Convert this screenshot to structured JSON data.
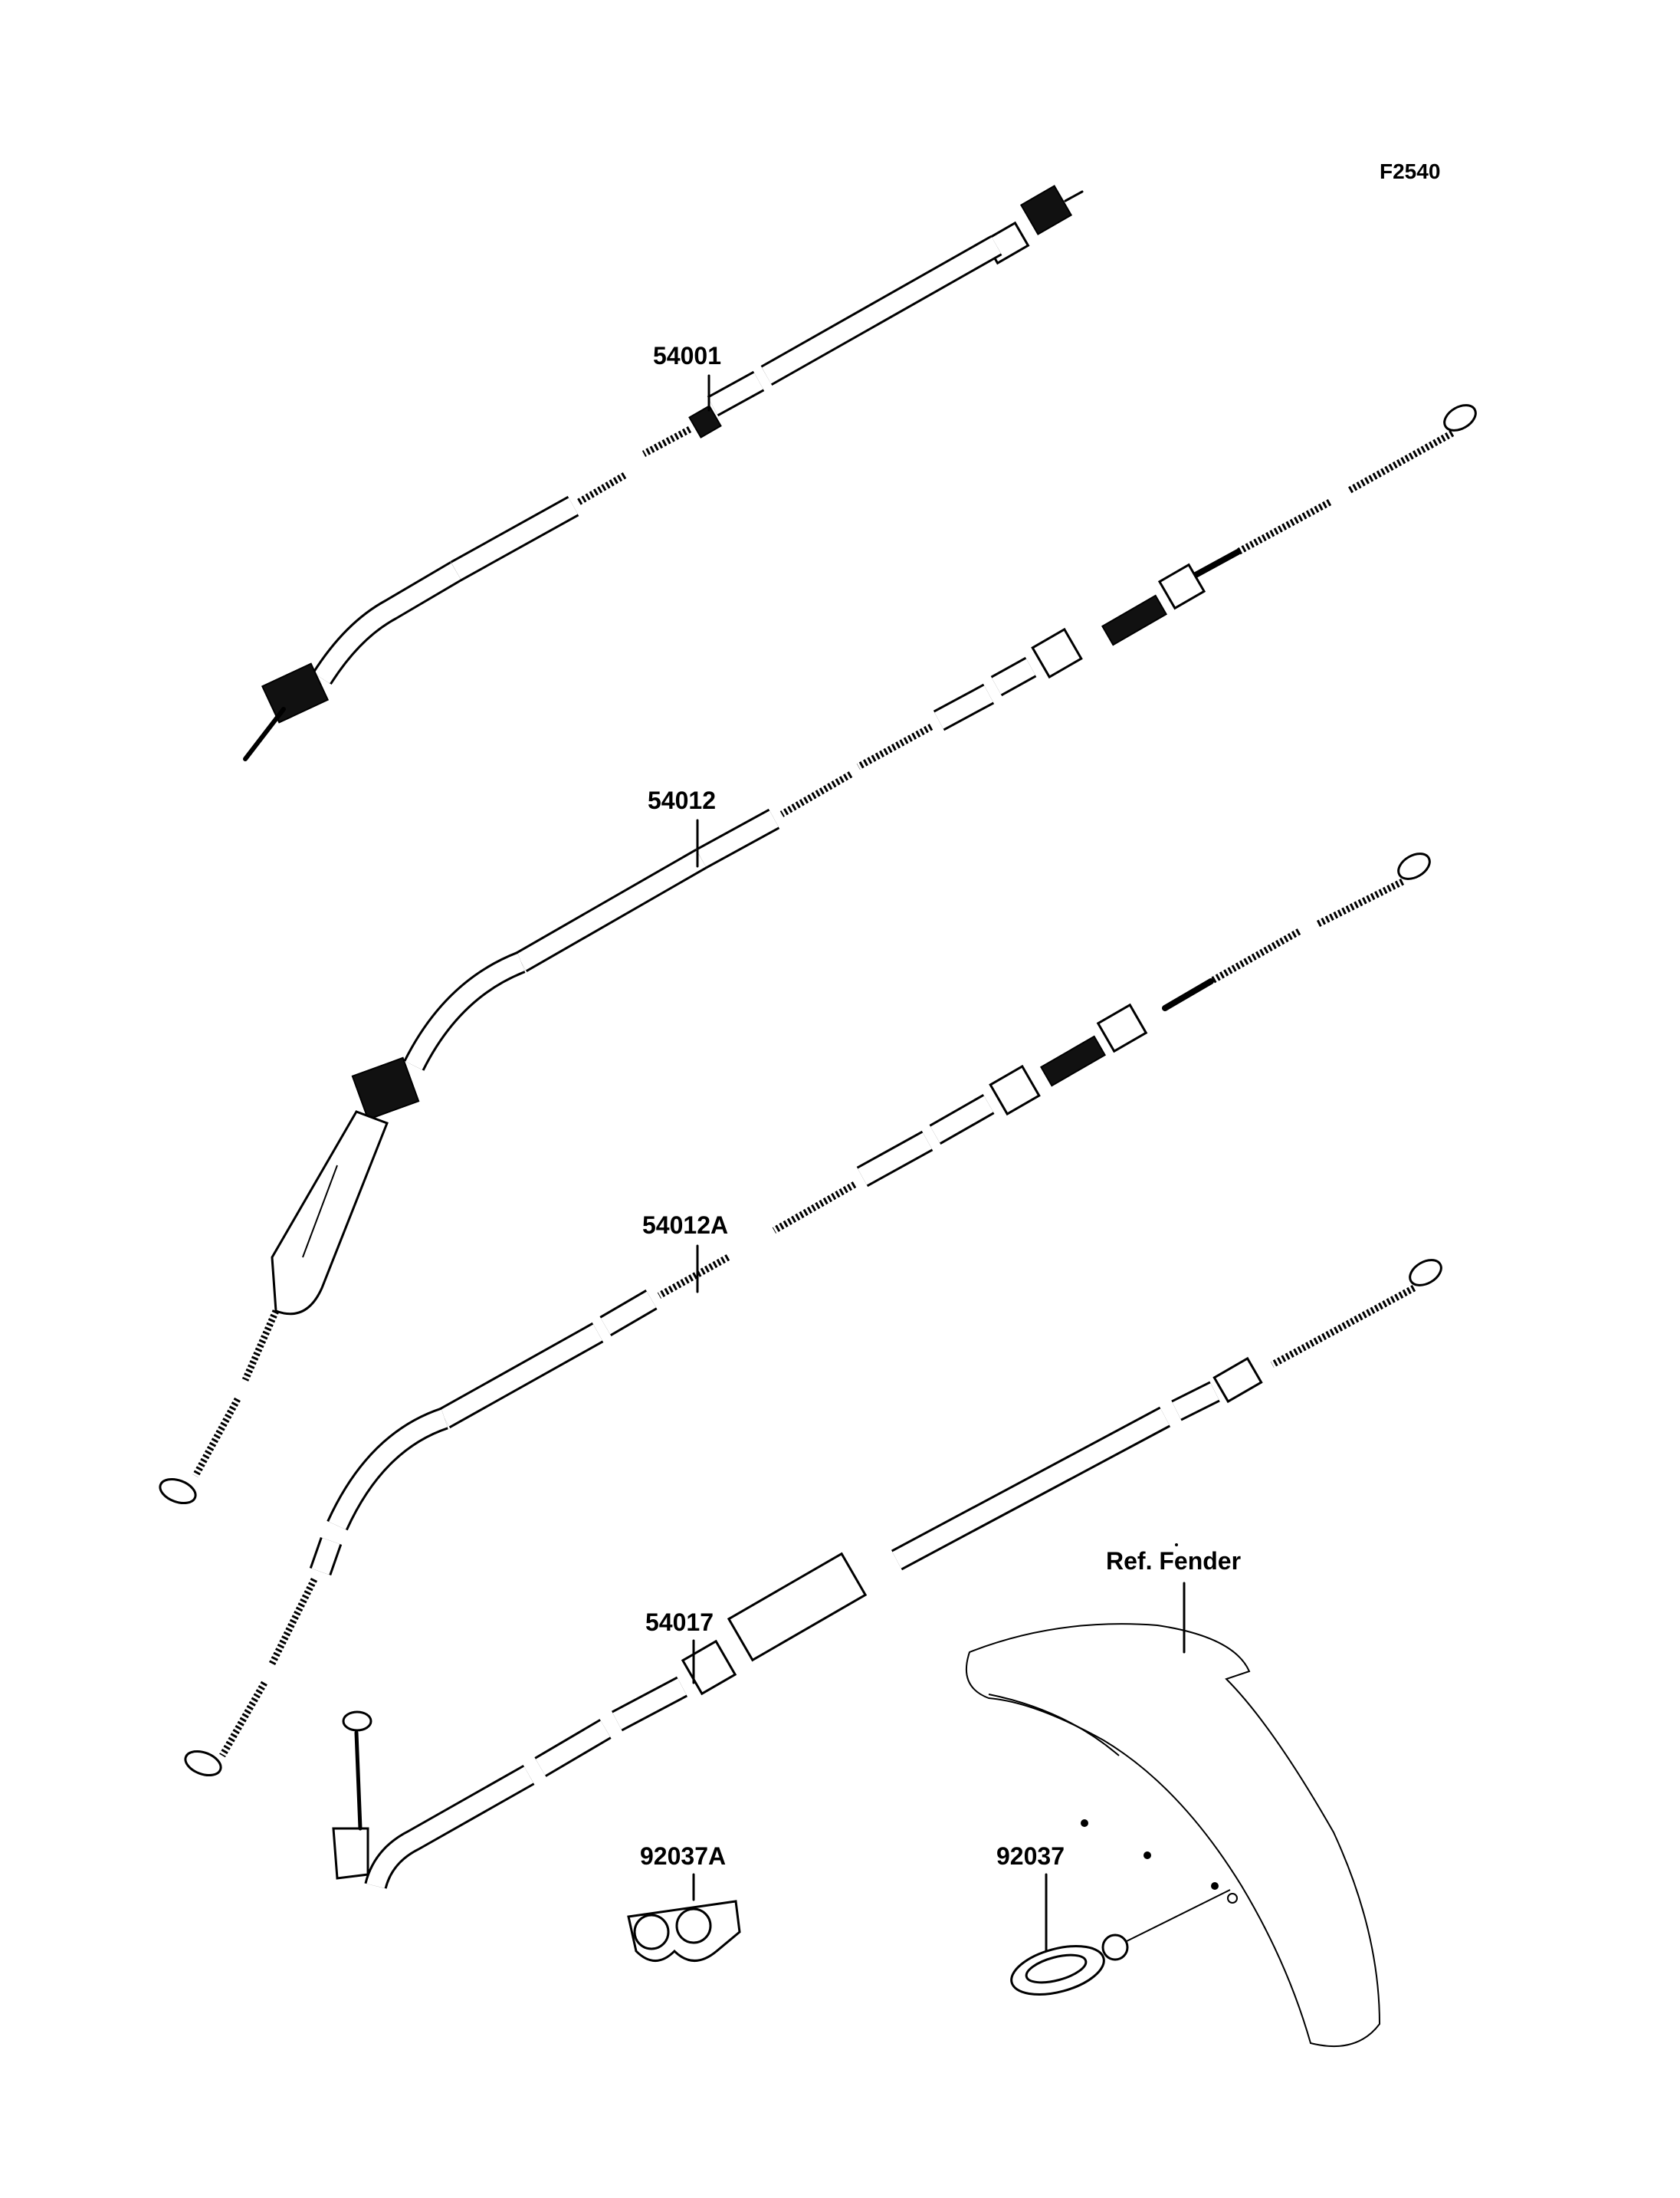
{
  "diagram_code": "F2540",
  "labels": {
    "cable_54001": "54001",
    "cable_54012": "54012",
    "cable_54012A": "54012A",
    "cable_54017": "54017",
    "clamp_92037A": "92037A",
    "clamp_92037": "92037",
    "ref_fender": "Ref. Fender"
  }
}
